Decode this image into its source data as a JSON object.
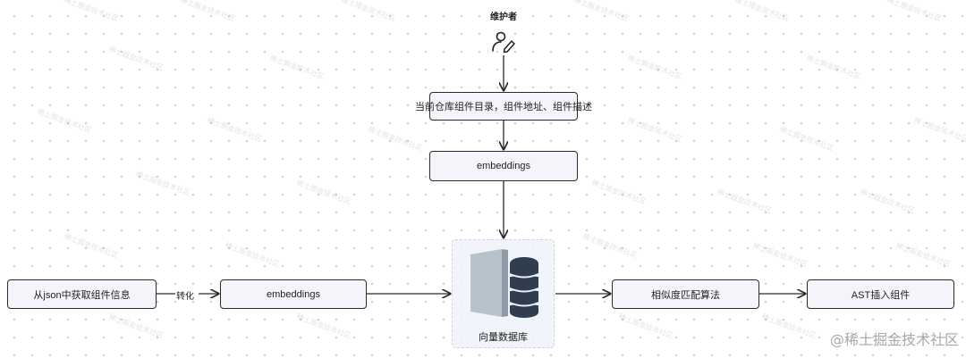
{
  "actor": {
    "label": "维护者",
    "icon": "person-edit-icon"
  },
  "nodes": {
    "repo_catalog": "当前仓库组件目录，组件地址、组件描述",
    "embeddings_top": "embeddings",
    "json_source": "从json中获取组件信息",
    "embeddings_left": "embeddings",
    "vector_db": "向量数据库",
    "similarity": "相似度匹配算法",
    "ast_insert": "AST插入组件"
  },
  "edges": {
    "convert_label": "转化"
  },
  "watermark": "稀土掘金技术社区",
  "brand": "@稀土掘金技术社区",
  "colors": {
    "stroke": "#2b2b2b",
    "node_fill": "#f3f5fb",
    "db_panel": "#b8c2cc",
    "db_stack": "#2f3d4f"
  }
}
